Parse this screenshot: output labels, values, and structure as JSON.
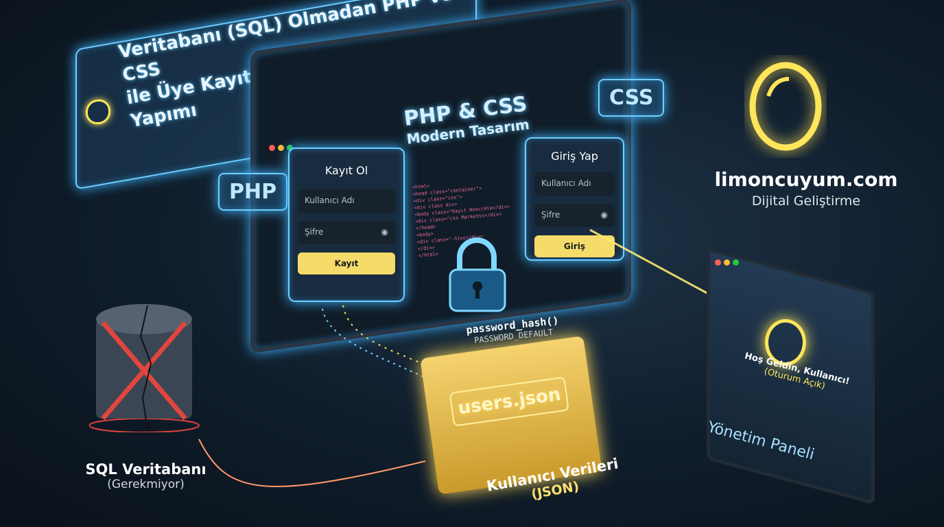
{
  "title": {
    "line1": "Veritabanı (SQL) Olmadan PHP ve CSS",
    "line2": "ile Üye Kayıt ve Giriş Sistemi Yapımı"
  },
  "monitor": {
    "heading": "PHP & CSS",
    "subheading": "Modern Tasarım"
  },
  "tags": {
    "php": "PHP",
    "css": "CSS"
  },
  "register": {
    "title": "Kayıt Ol",
    "username": "Kullanıcı Adı",
    "password": "Şifre",
    "button": "Kayıt"
  },
  "login": {
    "title": "Giriş Yap",
    "username": "Kullanıcı Adı",
    "password": "Şifre",
    "button": "Giriş"
  },
  "code_lines": [
    "<html>",
    "<head class=\"container\">",
    "<div class=\"css\">",
    "<div class div>",
    "<body class=\"Kayıt Hoocrete</div>",
    "<div class=\"css Marketss</div>",
    "</head>",
    "<body>",
    "<div class=\"-Stoc</div>",
    "</div>",
    "</html>"
  ],
  "hash": {
    "func": "password_hash()",
    "const": "PASSWORD_DEFAULT"
  },
  "brand": {
    "name": "limoncuyum.com",
    "tagline": "Dijital Geliştirme"
  },
  "panel": {
    "welcome": "Hoş Geldin, Kullanıcı!",
    "status": "(Oturum Açık)",
    "label": "Yönetim Paneli"
  },
  "folder": {
    "file": "users.json",
    "caption1": "Kullanıcı Verileri",
    "caption2": "(JSON)"
  },
  "sql": {
    "label": "SQL Veritabanı",
    "note": "(Gerekmiyor)"
  },
  "colors": {
    "accent_blue": "#6fd0ff",
    "accent_yellow": "#ffe55a",
    "danger": "#e0453f"
  }
}
